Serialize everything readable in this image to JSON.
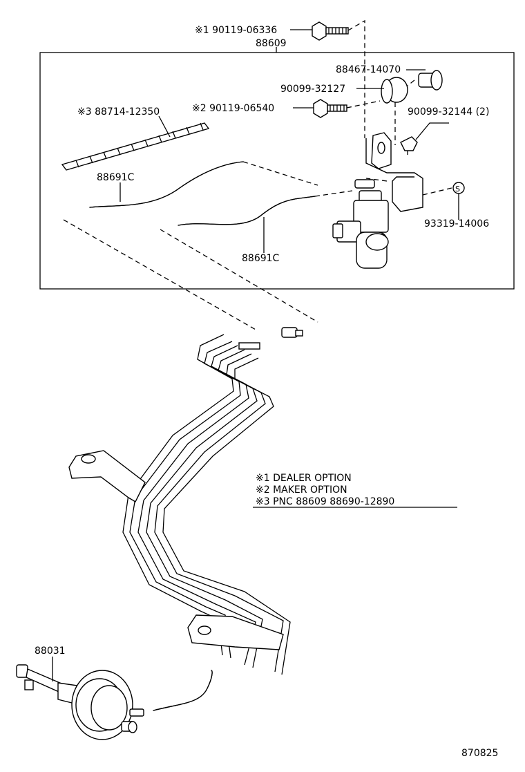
{
  "labels": {
    "bolt_dealer": "※1 90119-06336",
    "assembly_pnc": "88609",
    "cap": "88467-14070",
    "cushion": "90099-32127",
    "bolt_maker": "※2 90119-06540",
    "clip": "90099-32144 (2)",
    "cord": "※3 88714-12350",
    "hose_upper": "88691C",
    "hose_lower": "88691C",
    "screw": "93319-14006",
    "screw_symbol": "S",
    "actuator": "88031",
    "figure_number": "870825"
  },
  "notes": [
    "※1 DEALER OPTION",
    "※2 MAKER OPTION",
    "※3 PNC 88609   88690-12890"
  ]
}
